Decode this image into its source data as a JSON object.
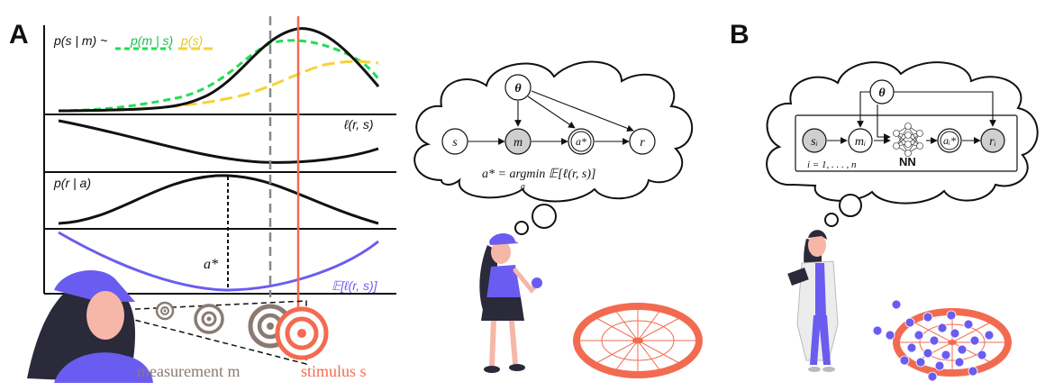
{
  "panelA": {
    "letter": "A",
    "labels": {
      "posterior_prefix": "p(s | m) ~",
      "likelihood": "p(m | s)",
      "prior": "p(s)",
      "loss": "ℓ(r, s)",
      "response": "p(r | a)",
      "optimal_action": "a*",
      "expected_loss": "𝔼[ℓ(r, s)]",
      "measurement": "measurement m",
      "stimulus": "stimulus s"
    },
    "colors": {
      "likelihood": "#22dd55",
      "prior": "#f5d23c",
      "stimulus": "#f26b50",
      "measurement": "#8a7a72",
      "expected_loss": "#6a5cf0",
      "cap": "#6a5cf0",
      "skin": "#f7b7a8",
      "hair": "#2a2a3a"
    }
  },
  "graphA": {
    "nodes": [
      "θ",
      "s",
      "m",
      "a*",
      "r"
    ],
    "formula": "a* = argmin 𝔼[ℓ(r, s)]",
    "formula_sub": "a"
  },
  "panelB": {
    "letter": "B",
    "nodes": [
      "θ",
      "sᵢ",
      "mᵢ",
      "aᵢ*",
      "rᵢ"
    ],
    "plate_label": "i = 1, . . . , n",
    "nn_label": "NN",
    "colors": {
      "ball": "#6a5cf0",
      "target": "#f26b50",
      "coat": "#ececec",
      "pants": "#6a5cf0"
    }
  }
}
